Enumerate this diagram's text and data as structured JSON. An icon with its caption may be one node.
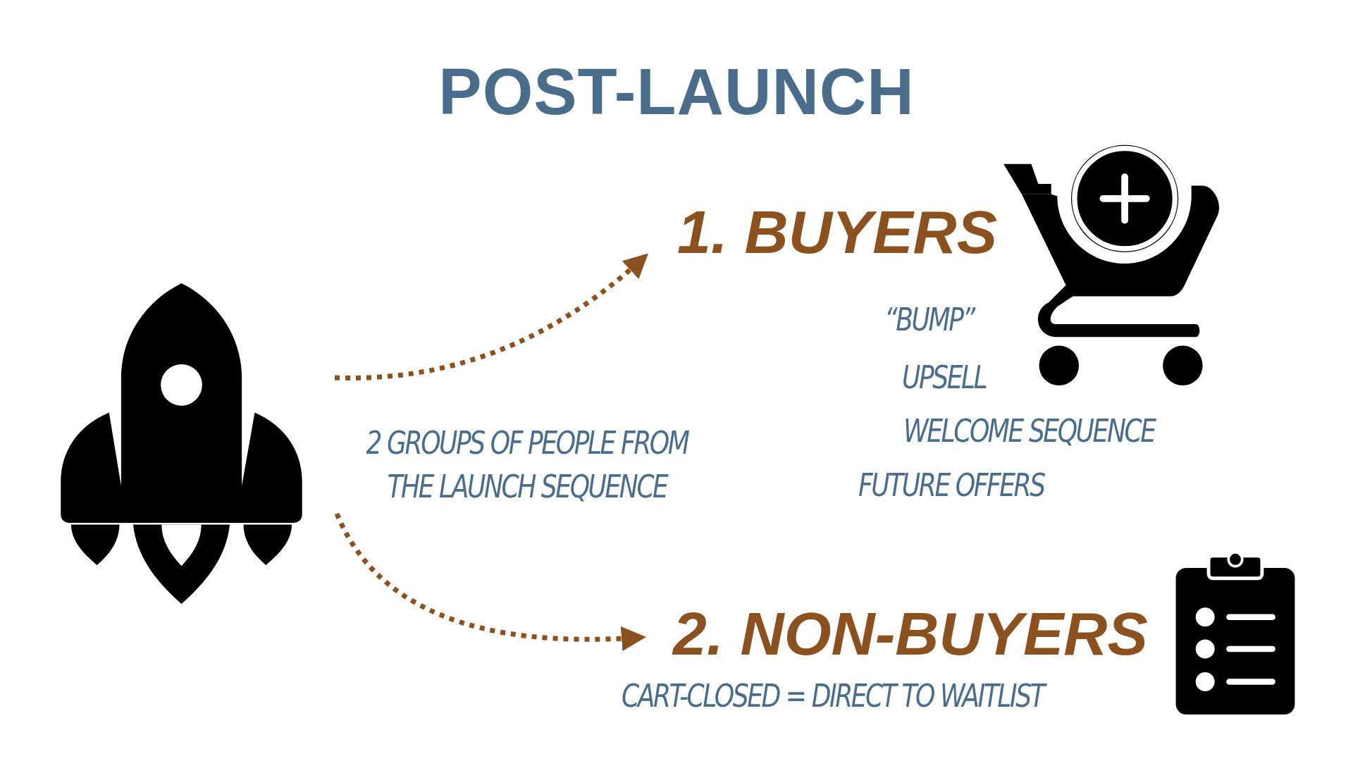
{
  "diagram": {
    "title": "POST-LAUNCH",
    "nodes": [
      {
        "text": [
          "1. BUYERS"
        ]
      },
      {
        "text": [
          "2. NON-BUYERS"
        ],
        "beside": [
          "CART-CLOSED = DIRECT TO WAITLIST"
        ]
      }
    ],
    "edges": [
      {
        "from": null,
        "to": 0,
        "arrow": "to",
        "style": "dashed"
      },
      {
        "from": null,
        "to": 1,
        "arrow": "to",
        "style": "dashed"
      }
    ],
    "labels": [
      "“BUMP”",
      "UPSELL",
      "WELCOME SEQUENCE",
      "FUTURE OFFERS",
      "2 GROUPS OF PEOPLE FROM THE LAUNCH SEQUENCE"
    ]
  }
}
